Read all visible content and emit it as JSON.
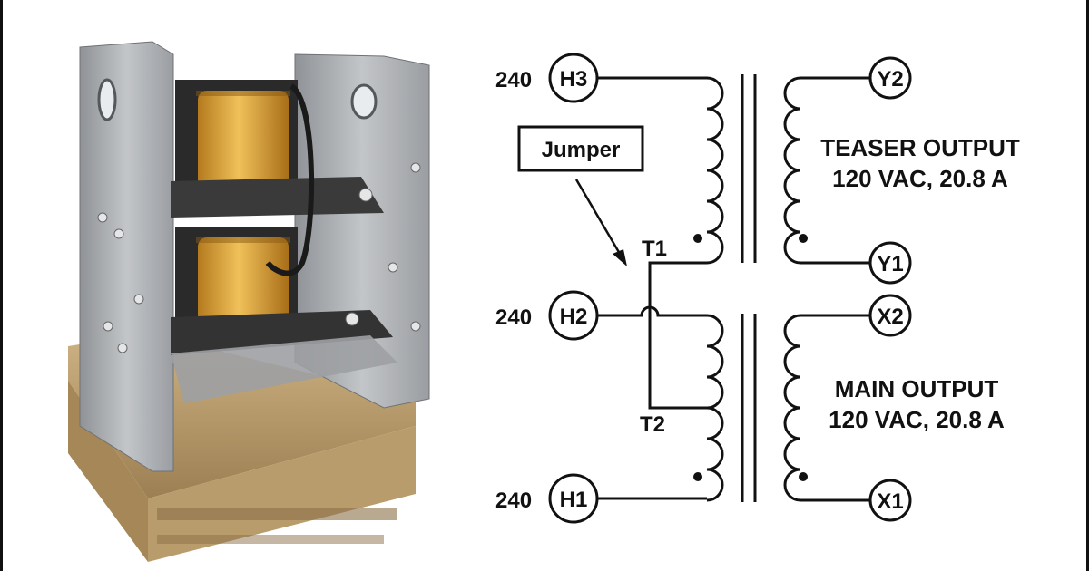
{
  "diagram": {
    "terminals": [
      {
        "id": "H3",
        "label": "H3",
        "voltage": "240"
      },
      {
        "id": "H2",
        "label": "H2",
        "voltage": "240"
      },
      {
        "id": "H1",
        "label": "H1",
        "voltage": "240"
      },
      {
        "id": "Y2",
        "label": "Y2"
      },
      {
        "id": "Y1",
        "label": "Y1"
      },
      {
        "id": "X2",
        "label": "X2"
      },
      {
        "id": "X1",
        "label": "X1"
      }
    ],
    "jumper_label": "Jumper",
    "taps": {
      "t1": "T1",
      "t2": "T2"
    },
    "teaser": {
      "title": "TEASER OUTPUT",
      "rating": "120 VAC, 20.8 A"
    },
    "main": {
      "title": "MAIN OUTPUT",
      "rating": "120 VAC, 20.8 A"
    }
  },
  "colors": {
    "ink": "#111111",
    "panel": "#a9acaf",
    "coil": "#d9a23c",
    "core": "#2a2a2a",
    "pallet": "#b89a6a"
  }
}
